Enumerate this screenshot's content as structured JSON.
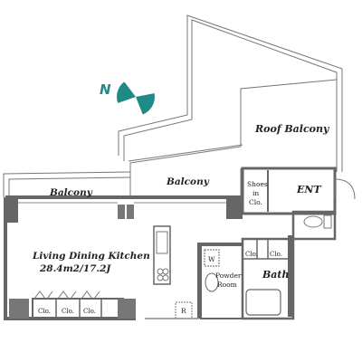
{
  "compass": {
    "label": "N",
    "color": "#1f8a86"
  },
  "rooms": {
    "roof_balcony": "Roof Balcony",
    "balcony_left": "Balcony",
    "balcony_right": "Balcony",
    "ldk_name": "Living Dining Kitchen",
    "ldk_size": "28.4m2/17.2J",
    "entrance": "ENT",
    "shoes_line1": "Shoes",
    "shoes_line2": "in",
    "shoes_line3": "Clo.",
    "powder_line1": "Powder",
    "powder_line2": "Room",
    "bath": "Bath",
    "washer": "W",
    "fridge": "R"
  },
  "closets": [
    "Clo.",
    "Clo.",
    "Clo.",
    "Clo.",
    "Clo."
  ],
  "colors": {
    "wall": "#666666",
    "line": "#555555"
  }
}
